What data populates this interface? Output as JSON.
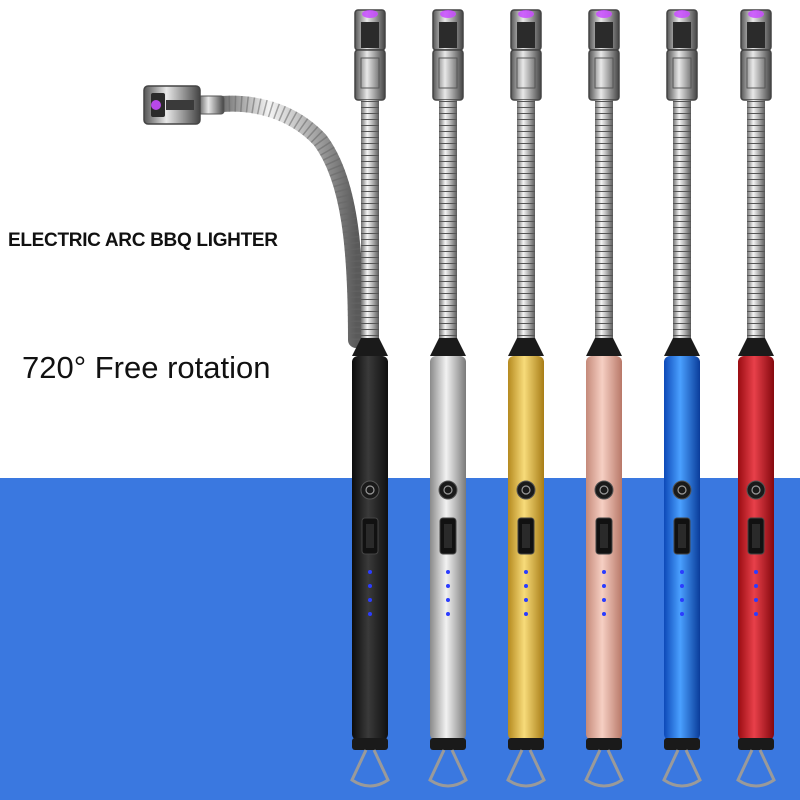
{
  "headline": "ELECTRIC ARC BBQ LIGHTER",
  "subline": "720° Free rotation",
  "colors": {
    "background_top": "#ffffff",
    "background_bottom": "#3a78e0",
    "arc_glow": "#c84bff",
    "indicator_led": "#2b3cff"
  },
  "lighters": [
    {
      "finish": "black",
      "colors": [
        "#0c0c0c",
        "#3a3a3a",
        "#101010"
      ]
    },
    {
      "finish": "silver",
      "colors": [
        "#8a8a8a",
        "#f2f2f2",
        "#7a7a7a"
      ]
    },
    {
      "finish": "gold",
      "colors": [
        "#b58a1f",
        "#f7db7a",
        "#a87d16"
      ]
    },
    {
      "finish": "rose",
      "colors": [
        "#c58a7a",
        "#f6cfc3",
        "#b87868"
      ]
    },
    {
      "finish": "blue",
      "colors": [
        "#0d49b8",
        "#4aa0ff",
        "#0a3c9a"
      ]
    },
    {
      "finish": "red",
      "colors": [
        "#9a0c12",
        "#e8404a",
        "#85080e"
      ]
    }
  ]
}
